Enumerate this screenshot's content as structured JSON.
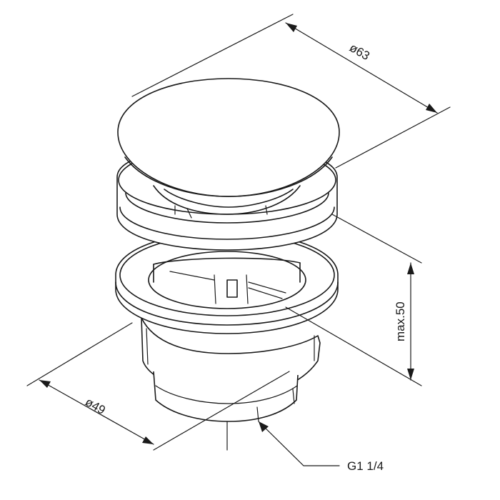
{
  "dimensions": {
    "top_diameter": "ø63",
    "height": "max.50",
    "bottom_diameter": "ø49",
    "thread": "G1 1/4"
  },
  "colors": {
    "line": "#1a1a1a",
    "background": "#ffffff"
  }
}
